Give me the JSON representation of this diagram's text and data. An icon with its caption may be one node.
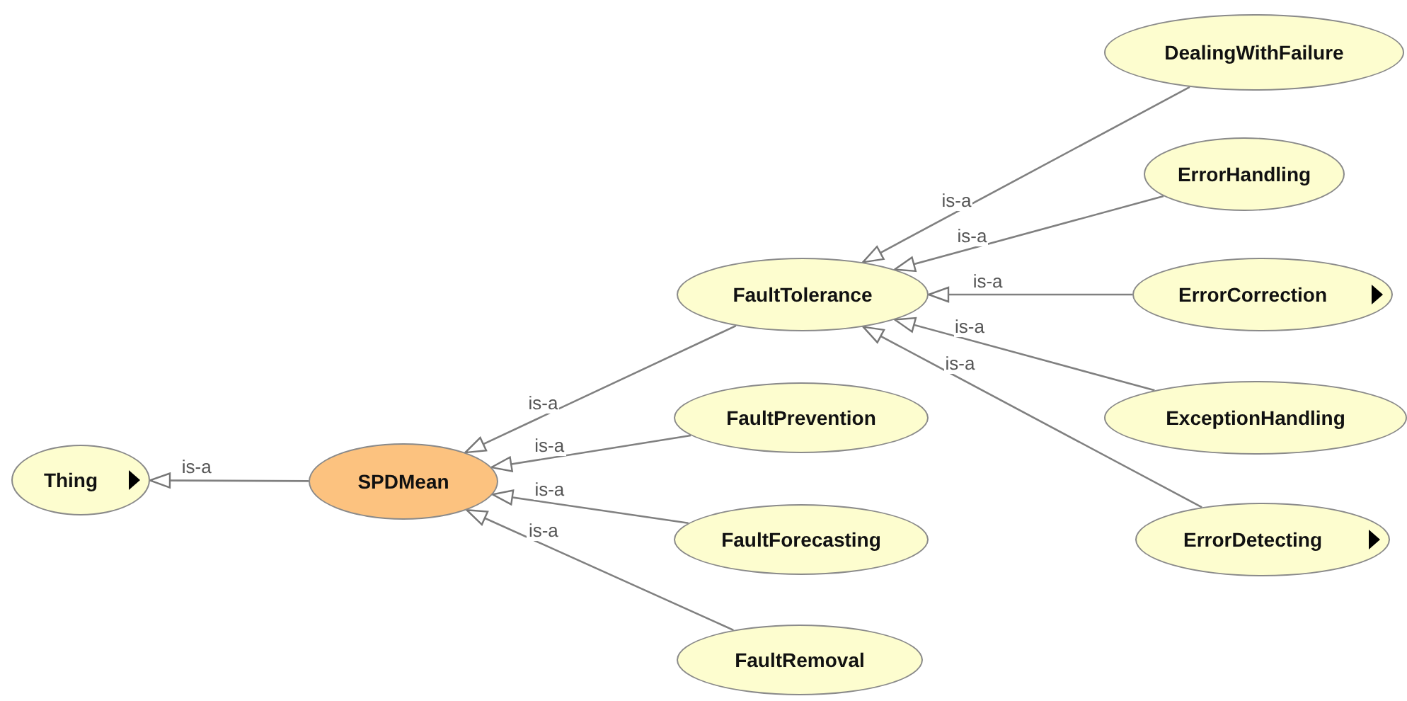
{
  "diagram": {
    "nodes": [
      {
        "text": [
          "Thing"
        ]
      },
      {
        "text": [
          "SPDMean"
        ]
      },
      {
        "text": [
          "FaultTolerance"
        ]
      },
      {
        "text": [
          "FaultPrevention"
        ]
      },
      {
        "text": [
          "FaultForecasting"
        ]
      },
      {
        "text": [
          "FaultRemoval"
        ]
      },
      {
        "text": [
          "DealingWithFailure"
        ]
      },
      {
        "text": [
          "ErrorHandling"
        ]
      },
      {
        "text": [
          "ErrorCorrection"
        ]
      },
      {
        "text": [
          "ExceptionHandling"
        ]
      },
      {
        "text": [
          "ErrorDetecting"
        ]
      }
    ],
    "edges": [
      {
        "from": 1,
        "to": 0,
        "arrow": "to",
        "label": "is-a"
      },
      {
        "from": 2,
        "to": 1,
        "arrow": "to",
        "label": "is-a"
      },
      {
        "from": 3,
        "to": 1,
        "arrow": "to",
        "label": "is-a"
      },
      {
        "from": 4,
        "to": 1,
        "arrow": "to",
        "label": "is-a"
      },
      {
        "from": 5,
        "to": 1,
        "arrow": "to",
        "label": "is-a"
      },
      {
        "from": 6,
        "to": 2,
        "arrow": "to",
        "label": "is-a"
      },
      {
        "from": 7,
        "to": 2,
        "arrow": "to",
        "label": "is-a"
      },
      {
        "from": 8,
        "to": 2,
        "arrow": "to",
        "label": "is-a"
      },
      {
        "from": 9,
        "to": 2,
        "arrow": "to",
        "label": "is-a"
      },
      {
        "from": 10,
        "to": 2,
        "arrow": "to",
        "label": "is-a"
      }
    ]
  }
}
